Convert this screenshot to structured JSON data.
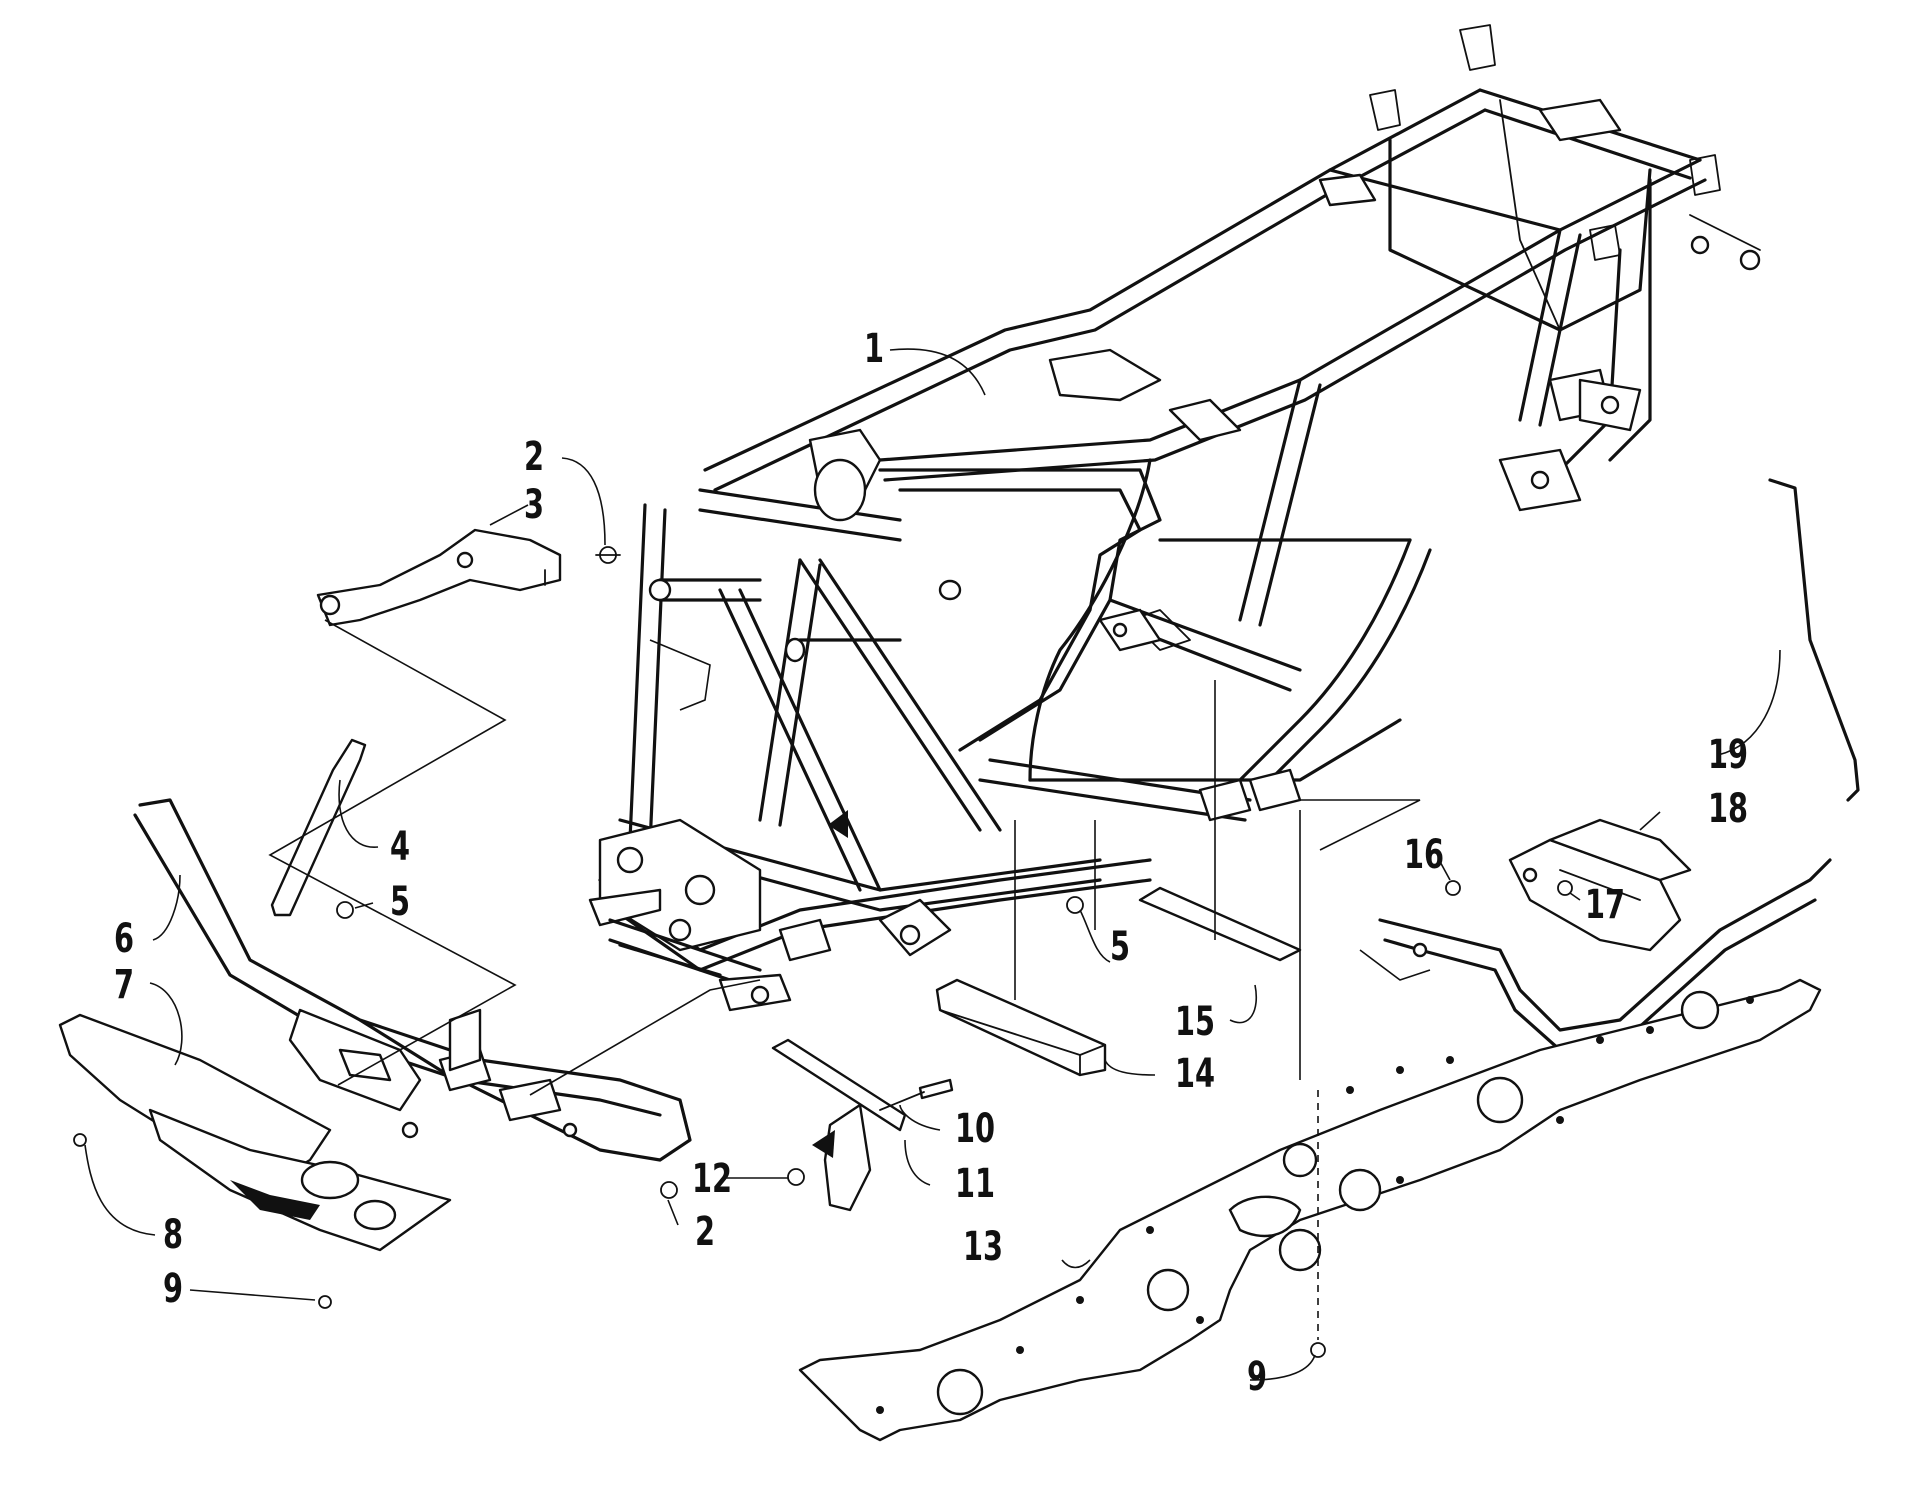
{
  "callouts": [
    {
      "id": "c1",
      "label": "1"
    },
    {
      "id": "c2a",
      "label": "2"
    },
    {
      "id": "c3",
      "label": "3"
    },
    {
      "id": "c4",
      "label": "4"
    },
    {
      "id": "c5a",
      "label": "5"
    },
    {
      "id": "c6",
      "label": "6"
    },
    {
      "id": "c7",
      "label": "7"
    },
    {
      "id": "c8",
      "label": "8"
    },
    {
      "id": "c9a",
      "label": "9"
    },
    {
      "id": "c2b",
      "label": "2"
    },
    {
      "id": "c12",
      "label": "12"
    },
    {
      "id": "c11",
      "label": "11"
    },
    {
      "id": "c10",
      "label": "10"
    },
    {
      "id": "c5b",
      "label": "5"
    },
    {
      "id": "c15",
      "label": "15"
    },
    {
      "id": "c14",
      "label": "14"
    },
    {
      "id": "c13",
      "label": "13"
    },
    {
      "id": "c9b",
      "label": "9"
    },
    {
      "id": "c16",
      "label": "16"
    },
    {
      "id": "c17",
      "label": "17"
    },
    {
      "id": "c18",
      "label": "18"
    },
    {
      "id": "c19",
      "label": "19"
    }
  ]
}
